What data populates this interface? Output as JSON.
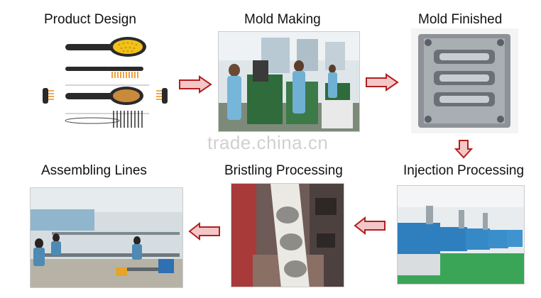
{
  "stages": {
    "product_design": {
      "label": "Product Design"
    },
    "mold_making": {
      "label": "Mold Making"
    },
    "mold_finished": {
      "label": "Mold Finished"
    },
    "injection_processing": {
      "label": "Injection Processing"
    },
    "bristling_processing": {
      "label": "Bristling Processing"
    },
    "assembling_lines": {
      "label": "Assembling Lines"
    }
  },
  "watermark": {
    "text": "trade.china.cn"
  },
  "colors": {
    "arrow_fill": "#f3c7c7",
    "arrow_stroke": "#b21f1f"
  },
  "icons": {
    "flow_arrow": "block-arrow"
  }
}
